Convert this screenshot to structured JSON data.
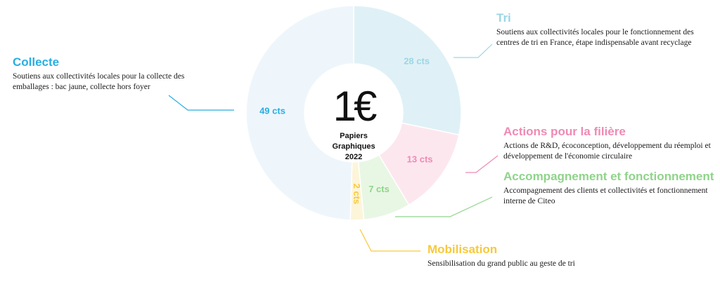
{
  "colors": {
    "collecte": "#29aee3",
    "tri": "#9bd6e6",
    "actions": "#ef8ab4",
    "accompagnement": "#8fd48a",
    "mobilisation": "#f7c93c",
    "collecte_fill": "#eef6fc",
    "tri_fill": "#dff1f6",
    "actions_fill": "#fde7ef",
    "accompagnement_fill": "#e8f7e4",
    "mobilisation_fill": "#fdf5d9"
  },
  "center": {
    "amount": "1€",
    "line1": "Papiers",
    "line2": "Graphiques",
    "line3": "2022"
  },
  "annotations": {
    "tri": {
      "title": "Tri",
      "desc": "Soutiens aux collectivités locales pour le fonctionnement des centres de tri en France, étape indispensable avant recyclage"
    },
    "collecte": {
      "title": "Collecte",
      "desc": "Soutiens aux collectivités locales pour la collecte des emballages : bac jaune, collecte hors foyer"
    },
    "actions": {
      "title": "Actions pour la filière",
      "desc": "Actions de R&D, écoconception, développement du réemploi et développement de l'économie circulaire"
    },
    "accompagnement": {
      "title": "Accompagnement et fonctionnement",
      "desc": "Accompagnement des clients et collectivités et fonctionnement interne de Citeo"
    },
    "mobilisation": {
      "title": "Mobilisation",
      "desc": "Sensibilisation du grand public au geste de tri"
    }
  },
  "chart_data": {
    "type": "pie",
    "title": "1€ Papiers Graphiques 2022",
    "unit": "cts",
    "categories": [
      "Tri",
      "Actions pour la filière",
      "Accompagnement et fonctionnement",
      "Mobilisation",
      "Collecte"
    ],
    "values": [
      28,
      13,
      7,
      2,
      49
    ],
    "labels": [
      "28 cts",
      "13 cts",
      "7 cts",
      "2 cts",
      "49 cts"
    ]
  }
}
